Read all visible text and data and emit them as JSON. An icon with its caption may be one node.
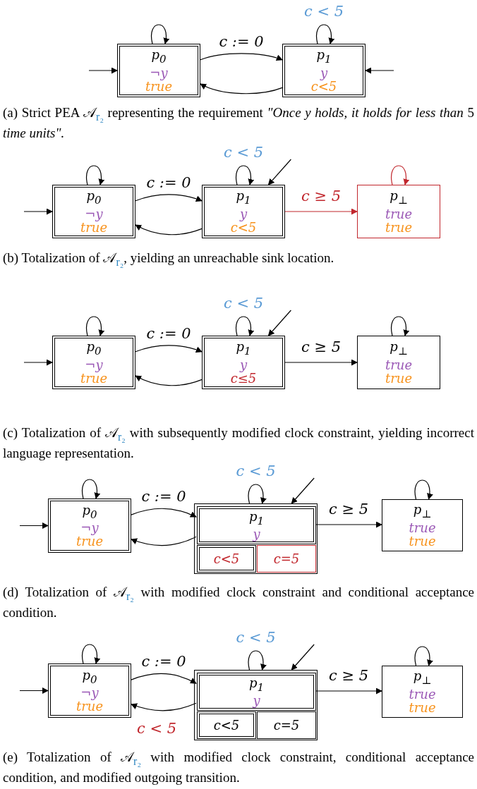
{
  "diagram": {
    "nodes": [
      {
        "text": [
          "p$_{0}$",
          "¬y",
          "true"
        ]
      },
      {
        "text": [
          "p$_{1}$",
          "y",
          "c<5"
        ]
      },
      {
        "text": [
          "p$_{0}$",
          "¬y",
          "true"
        ]
      },
      {
        "text": [
          "p$_{1}$",
          "y",
          "c<5"
        ]
      },
      {
        "text": [
          "p$_{⊥}$",
          "true",
          "true"
        ]
      },
      {
        "text": [
          "p$_{0}$",
          "¬y",
          "true"
        ]
      },
      {
        "text": [
          "p$_{1}$",
          "y",
          "c≤5"
        ]
      },
      {
        "text": [
          "p$_{⊥}$",
          "true",
          "true"
        ]
      },
      {
        "text": [
          "p$_{0}$",
          "¬y",
          "true"
        ]
      },
      {
        "text": [],
        "shape": "box"
      },
      {
        "text": [
          "p$_{1}$",
          "y"
        ],
        "in": 9
      },
      {
        "text": [
          "c<5"
        ],
        "in": 9
      },
      {
        "text": [
          "c=5"
        ],
        "in": 9
      },
      {
        "text": [
          "p$_{⊥}$",
          "true",
          "true"
        ]
      },
      {
        "text": [
          "p$_{0}$",
          "¬y",
          "true"
        ]
      },
      {
        "text": [],
        "shape": "box"
      },
      {
        "text": [
          "p$_{1}$",
          "y"
        ],
        "in": 15
      },
      {
        "text": [
          "c<5"
        ],
        "in": 15
      },
      {
        "text": [
          "c=5"
        ],
        "in": 15
      },
      {
        "text": [
          "p$_{⊥}$",
          "true",
          "true"
        ]
      }
    ],
    "edges": [
      {
        "from": 0,
        "to": 0,
        "arrow": "to"
      },
      {
        "from": 1,
        "to": 1,
        "arrow": "to",
        "label": "c < 5"
      },
      {
        "from": 0,
        "to": 1,
        "arrow": "to",
        "label": "c := 0"
      },
      {
        "from": 1,
        "to": 0,
        "arrow": "to"
      },
      {
        "from": null,
        "to": 0,
        "arrow": "to"
      },
      {
        "from": null,
        "to": 1,
        "arrow": "to"
      },
      {
        "from": 2,
        "to": 2,
        "arrow": "to"
      },
      {
        "from": 3,
        "to": 3,
        "arrow": "to",
        "label": "c < 5"
      },
      {
        "from": 2,
        "to": 3,
        "arrow": "to",
        "label": "c := 0"
      },
      {
        "from": 3,
        "to": 2,
        "arrow": "to"
      },
      {
        "from": null,
        "to": 2,
        "arrow": "to"
      },
      {
        "from": null,
        "to": 3,
        "arrow": "to"
      },
      {
        "from": 3,
        "to": 4,
        "arrow": "to",
        "label": "c ≥ 5",
        "color": "#c1272d"
      },
      {
        "from": 4,
        "to": 4,
        "arrow": "to",
        "color": "#c1272d"
      },
      {
        "from": 5,
        "to": 5,
        "arrow": "to"
      },
      {
        "from": 6,
        "to": 6,
        "arrow": "to",
        "label": "c < 5"
      },
      {
        "from": 5,
        "to": 6,
        "arrow": "to",
        "label": "c := 0"
      },
      {
        "from": 6,
        "to": 5,
        "arrow": "to"
      },
      {
        "from": null,
        "to": 5,
        "arrow": "to"
      },
      {
        "from": null,
        "to": 6,
        "arrow": "to"
      },
      {
        "from": 6,
        "to": 7,
        "arrow": "to",
        "label": "c ≥ 5"
      },
      {
        "from": 7,
        "to": 7,
        "arrow": "to"
      },
      {
        "from": 8,
        "to": 8,
        "arrow": "to"
      },
      {
        "from": 10,
        "to": 10,
        "arrow": "to",
        "label": "c < 5"
      },
      {
        "from": 8,
        "to": 10,
        "arrow": "to",
        "label": "c := 0"
      },
      {
        "from": 10,
        "to": 8,
        "arrow": "to"
      },
      {
        "from": null,
        "to": 8,
        "arrow": "to"
      },
      {
        "from": null,
        "to": 10,
        "arrow": "to"
      },
      {
        "from": 10,
        "to": 13,
        "arrow": "to",
        "label": "c ≥ 5"
      },
      {
        "from": 13,
        "to": 13,
        "arrow": "to"
      },
      {
        "from": 14,
        "to": 14,
        "arrow": "to"
      },
      {
        "from": 16,
        "to": 16,
        "arrow": "to",
        "label": "c < 5"
      },
      {
        "from": 14,
        "to": 16,
        "arrow": "to",
        "label": "c := 0"
      },
      {
        "from": 16,
        "to": 14,
        "arrow": "to",
        "label": "c < 5"
      },
      {
        "from": null,
        "to": 14,
        "arrow": "to"
      },
      {
        "from": null,
        "to": 16,
        "arrow": "to"
      },
      {
        "from": 16,
        "to": 19,
        "arrow": "to",
        "label": "c ≥ 5"
      },
      {
        "from": 19,
        "to": 19,
        "arrow": "to"
      }
    ],
    "labels": [
      "(a) Strict PEA 𝒜$_{r₂}$ representing the requirement *\"Once y holds, it holds for less than* 5 *time units\".*",
      "(b) Totalization of 𝒜$_{r₂}$, yielding an unreachable sink location.",
      "(c) Totalization of 𝒜$_{r₂}$ with subsequently modified clock constraint, yielding incorrect language representation.",
      "(d) Totalization of 𝒜$_{r₂}$ with modified clock constraint and conditional acceptance condition.",
      "(e) Totalization of 𝒜$_{r₂}$ with modified clock constraint, conditional acceptance condition, and modified outgoing transition."
    ]
  }
}
